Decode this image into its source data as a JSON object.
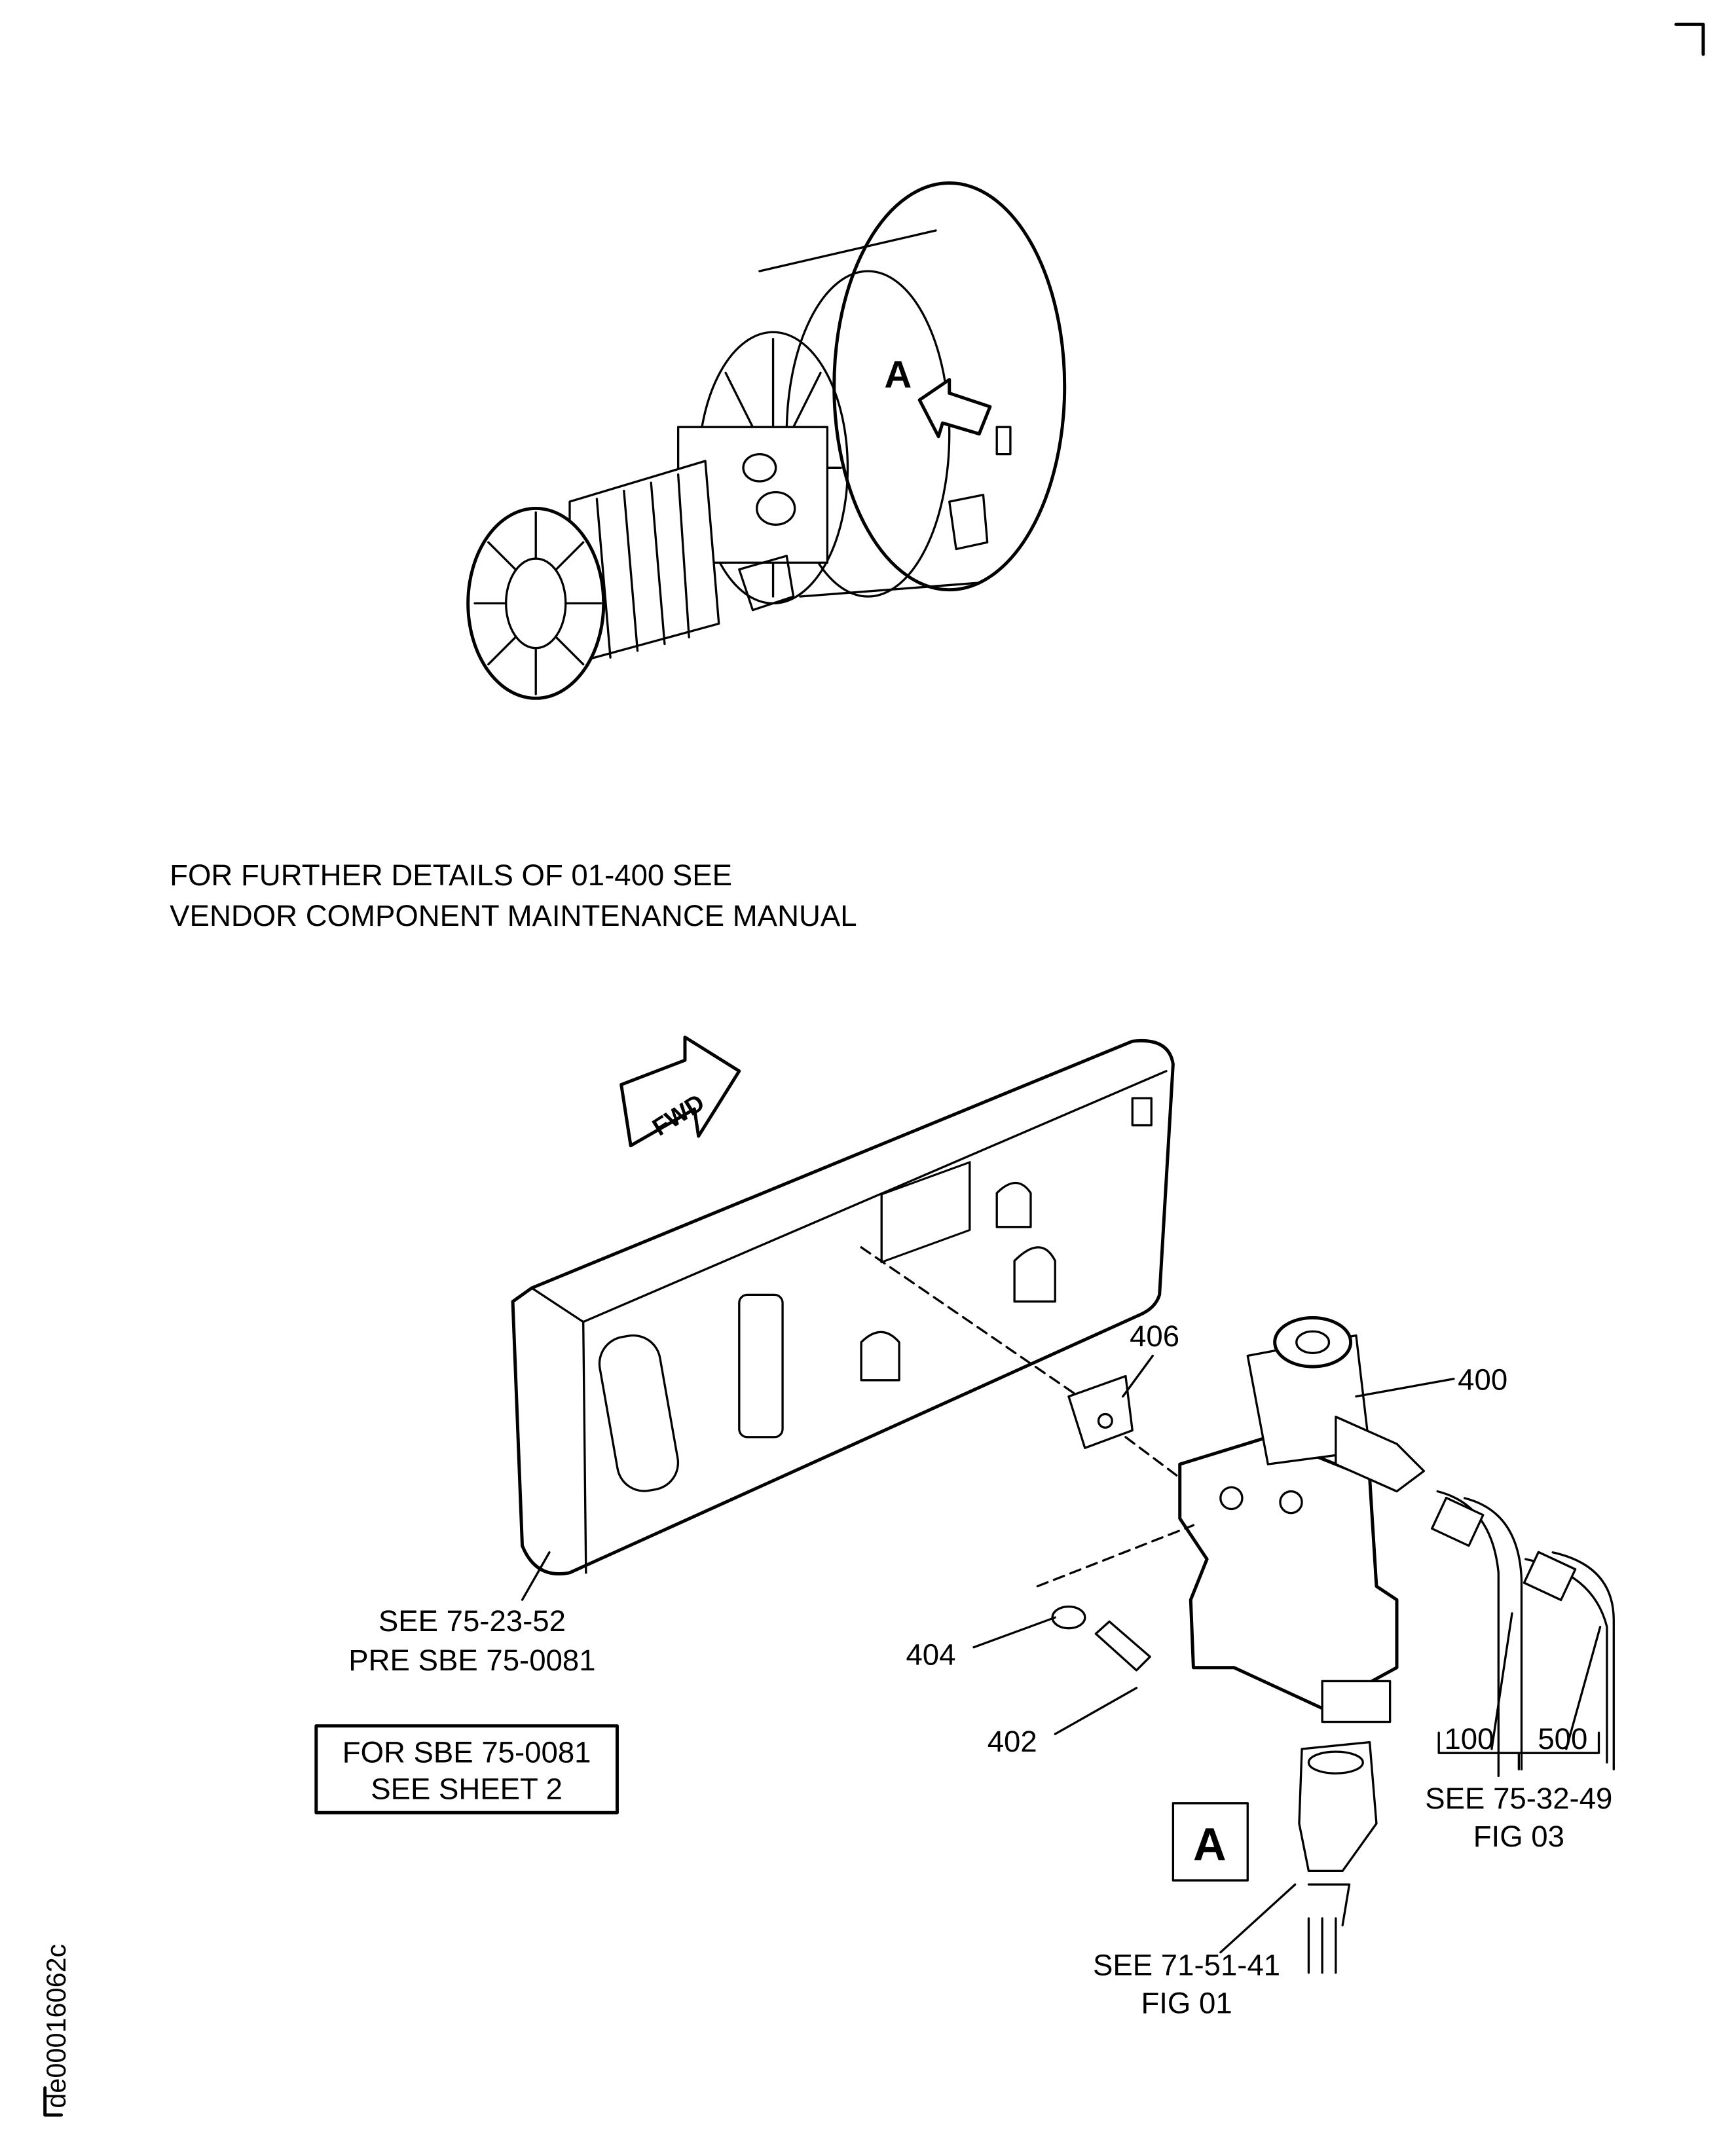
{
  "document_id": "de00016062c",
  "engine_view": {
    "callout": "A"
  },
  "note": {
    "line1": "FOR FURTHER DETAILS OF 01-400 SEE",
    "line2": "VENDOR COMPONENT MAINTENANCE MANUAL"
  },
  "fwd_arrow": {
    "label": "FWD"
  },
  "detail_label": "A",
  "callouts": {
    "p406": "406",
    "p400": "400",
    "p404": "404",
    "p402": "402",
    "p100": "100",
    "p500": "500"
  },
  "references": {
    "panel_line1": "SEE 75-23-52",
    "panel_line2": "PRE SBE 75-0081",
    "tube_line1": "SEE 75-32-49",
    "tube_line2": "FIG 03",
    "harness_line1": "SEE 71-51-41",
    "harness_line2": "FIG 01"
  },
  "sheet_note": {
    "line1": "FOR SBE 75-0081",
    "line2": "SEE SHEET 2"
  }
}
